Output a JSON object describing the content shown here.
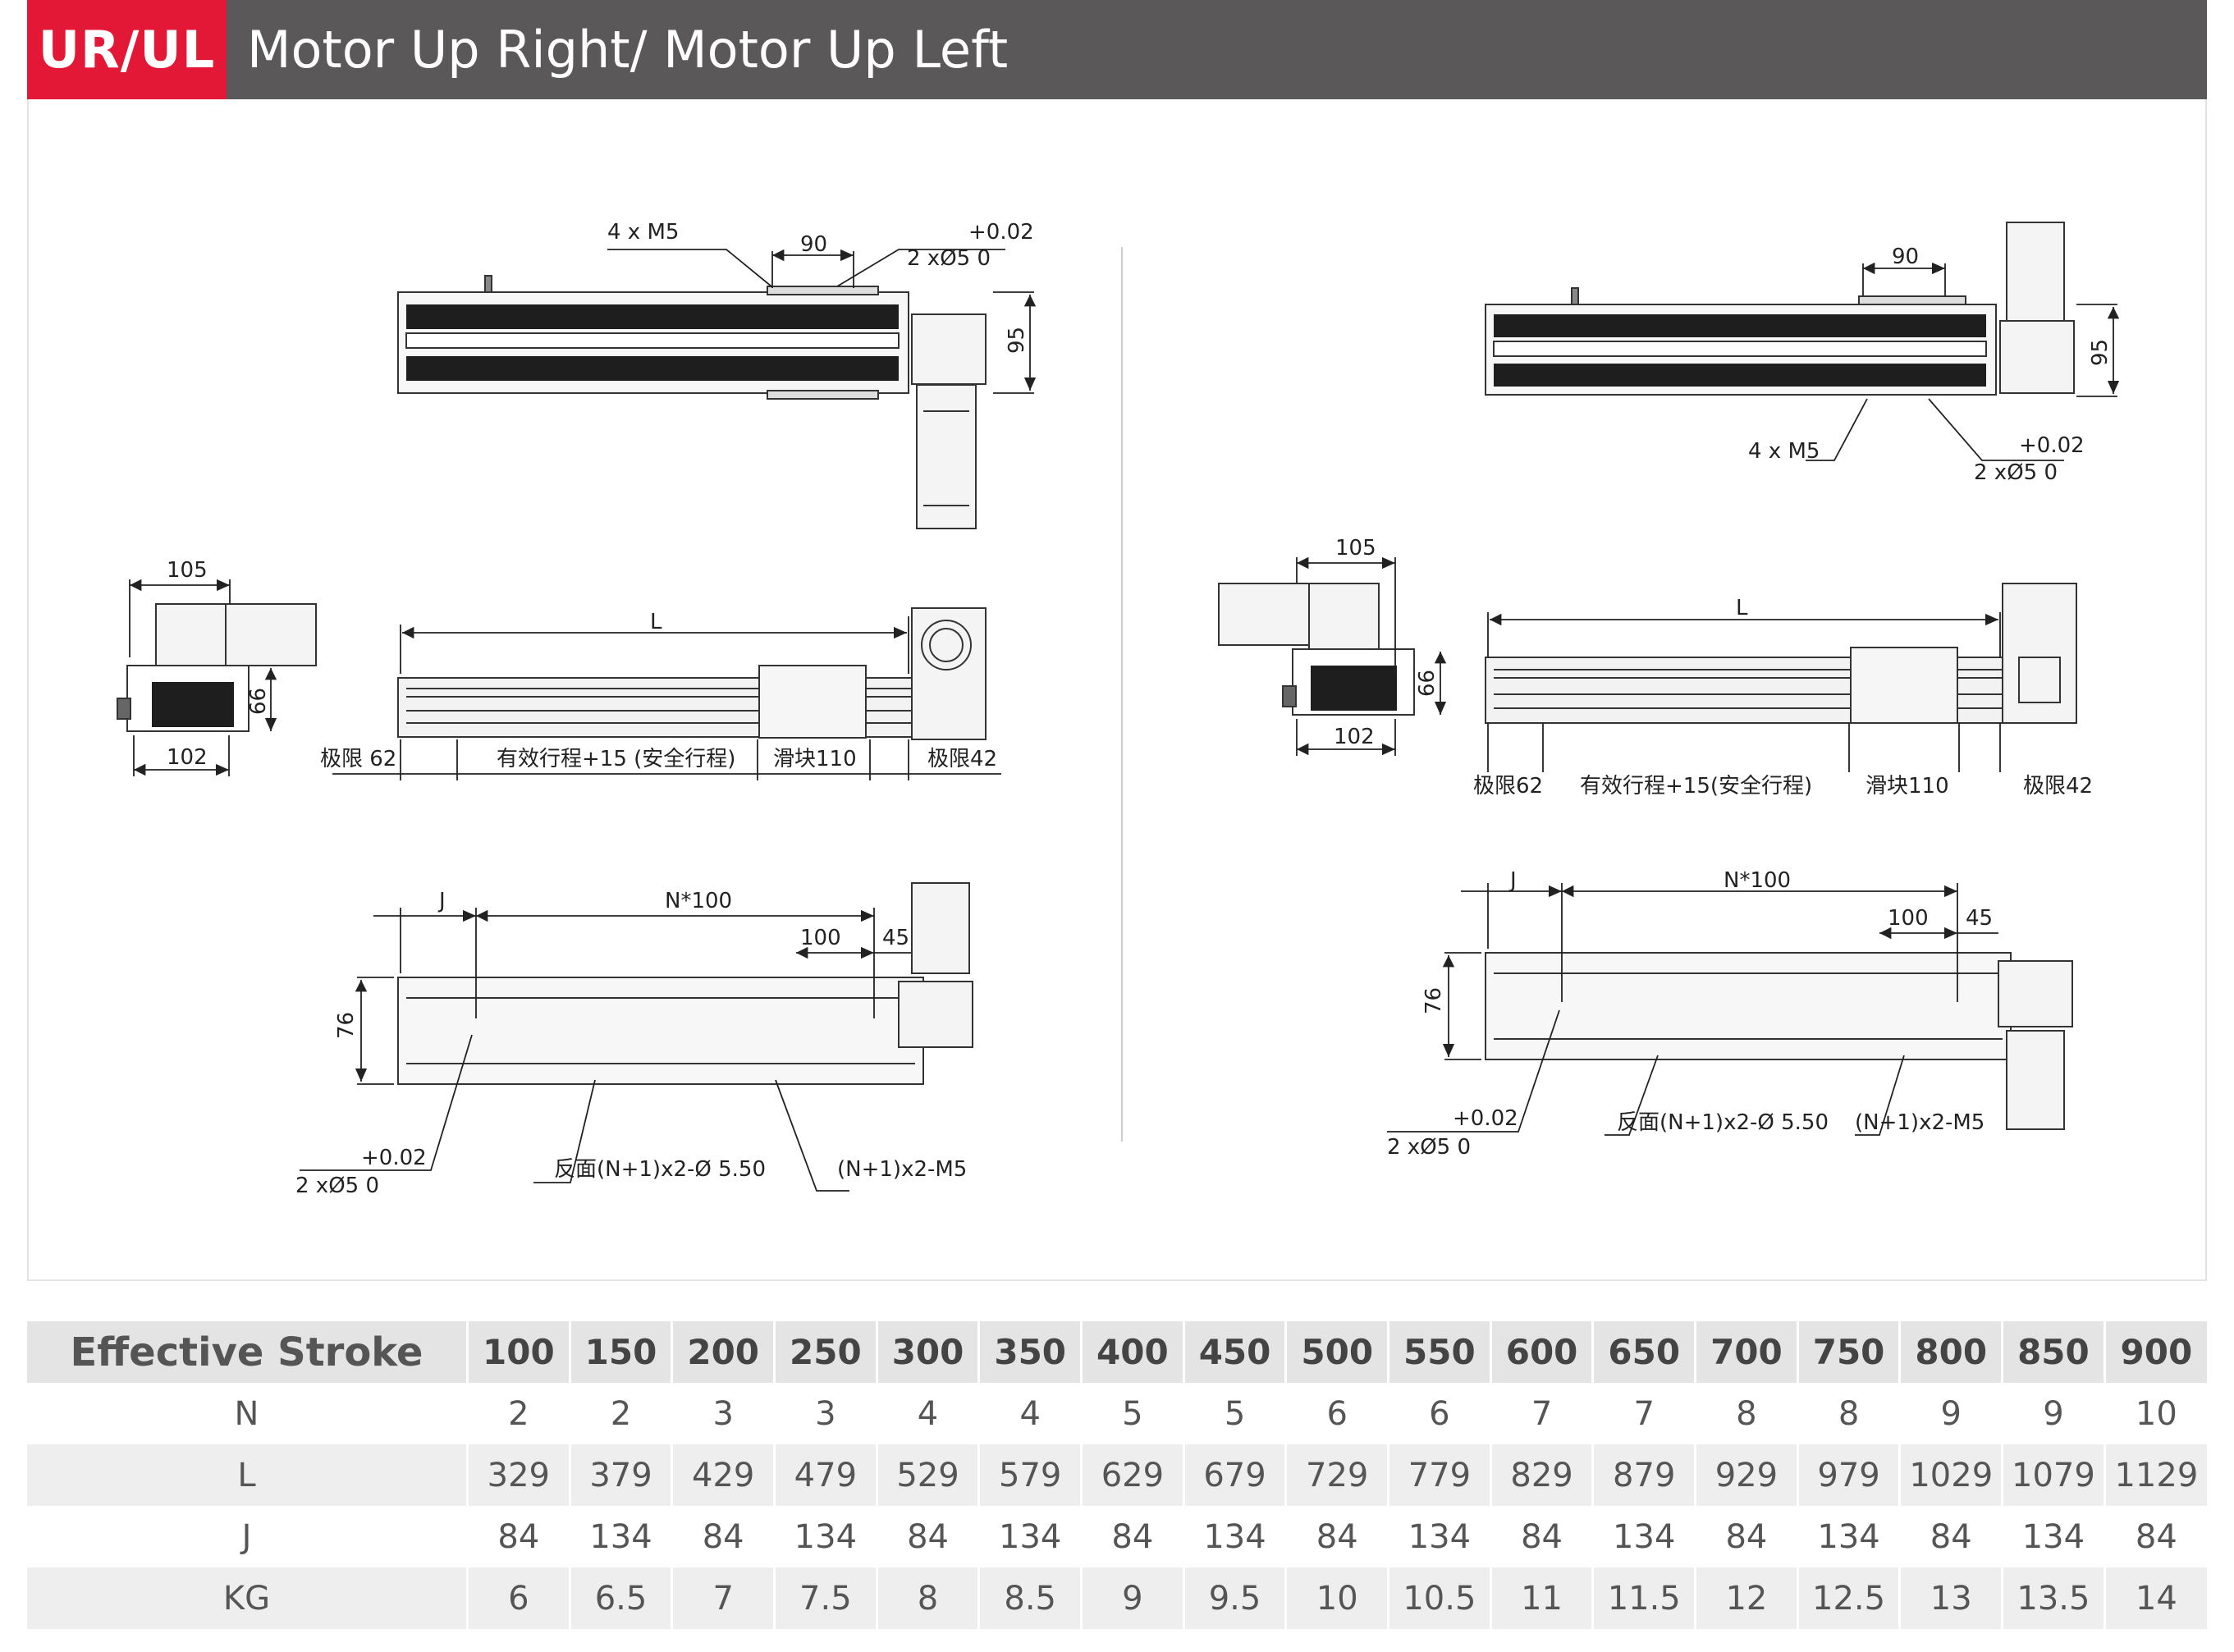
{
  "header": {
    "badge": "UR/UL",
    "title": "Motor Up Right/ Motor Up Left"
  },
  "drawing_left": {
    "top_view": {
      "holes_m5": "4 x M5",
      "dim_90": "90",
      "tol": "+0.02",
      "pins": "2 xØ5  0",
      "dim_95": "95"
    },
    "side_view": {
      "dim_105": "105",
      "dim_66": "66",
      "dim_102": "102",
      "dim_L": "L",
      "limit_62": "极限 62",
      "stroke": "有效行程+15 (安全行程)",
      "slider": "滑块110",
      "limit_42": "极限42"
    },
    "bottom_view": {
      "dim_J": "J",
      "dim_N": "N*100",
      "dim_100": "100",
      "dim_45": "45",
      "dim_76": "76",
      "tol": "+0.02",
      "pins": "2 xØ5  0",
      "holes_back": "反面(N+1)x2-Ø 5.50",
      "holes_m5": "(N+1)x2-M5"
    }
  },
  "drawing_right": {
    "top_view": {
      "dim_90": "90",
      "dim_95": "95",
      "holes_m5": "4 x M5",
      "tol": "+0.02",
      "pins": "2 xØ5  0"
    },
    "side_view": {
      "dim_105": "105",
      "dim_66": "66",
      "dim_102": "102",
      "dim_L": "L",
      "limit_62": "极限62",
      "stroke": "有效行程+15(安全行程)",
      "slider": "滑块110",
      "limit_42": "极限42"
    },
    "bottom_view": {
      "dim_J": "J",
      "dim_N": "N*100",
      "dim_100": "100",
      "dim_45": "45",
      "dim_76": "76",
      "tol": "+0.02",
      "pins": "2 xØ5  0",
      "holes_back": "反面(N+1)x2-Ø 5.50",
      "holes_m5": "(N+1)x2-M5"
    }
  },
  "table": {
    "header_label": "Effective Stroke",
    "strokes": [
      "100",
      "150",
      "200",
      "250",
      "300",
      "350",
      "400",
      "450",
      "500",
      "550",
      "600",
      "650",
      "700",
      "750",
      "800",
      "850",
      "900"
    ],
    "rows": [
      {
        "label": "N",
        "values": [
          "2",
          "2",
          "3",
          "3",
          "4",
          "4",
          "5",
          "5",
          "6",
          "6",
          "7",
          "7",
          "8",
          "8",
          "9",
          "9",
          "10"
        ]
      },
      {
        "label": "L",
        "values": [
          "329",
          "379",
          "429",
          "479",
          "529",
          "579",
          "629",
          "679",
          "729",
          "779",
          "829",
          "879",
          "929",
          "979",
          "1029",
          "1079",
          "1129"
        ]
      },
      {
        "label": "J",
        "values": [
          "84",
          "134",
          "84",
          "134",
          "84",
          "134",
          "84",
          "134",
          "84",
          "134",
          "84",
          "134",
          "84",
          "134",
          "84",
          "134",
          "84"
        ]
      },
      {
        "label": "KG",
        "values": [
          "6",
          "6.5",
          "7",
          "7.5",
          "8",
          "8.5",
          "9",
          "9.5",
          "10",
          "10.5",
          "11",
          "11.5",
          "12",
          "12.5",
          "13",
          "13.5",
          "14"
        ]
      }
    ]
  }
}
